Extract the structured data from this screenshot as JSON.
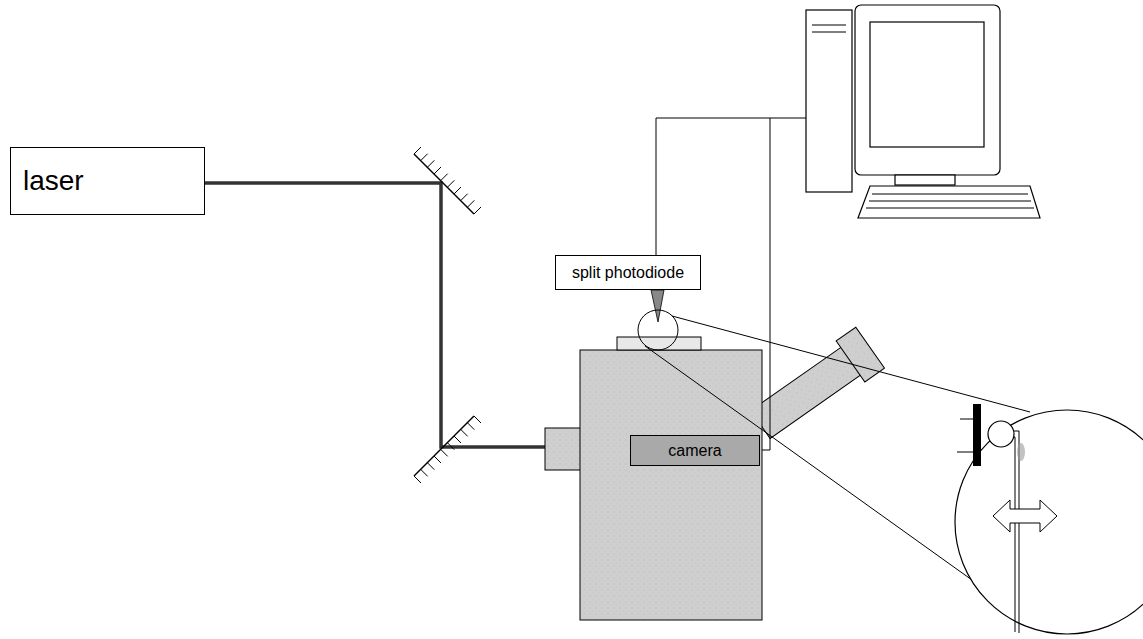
{
  "diagram": {
    "nodes": [
      {
        "text": [
          "laser"
        ]
      },
      {
        "text": [
          "split photodiode"
        ]
      },
      {
        "text": [
          "camera"
        ]
      }
    ]
  }
}
